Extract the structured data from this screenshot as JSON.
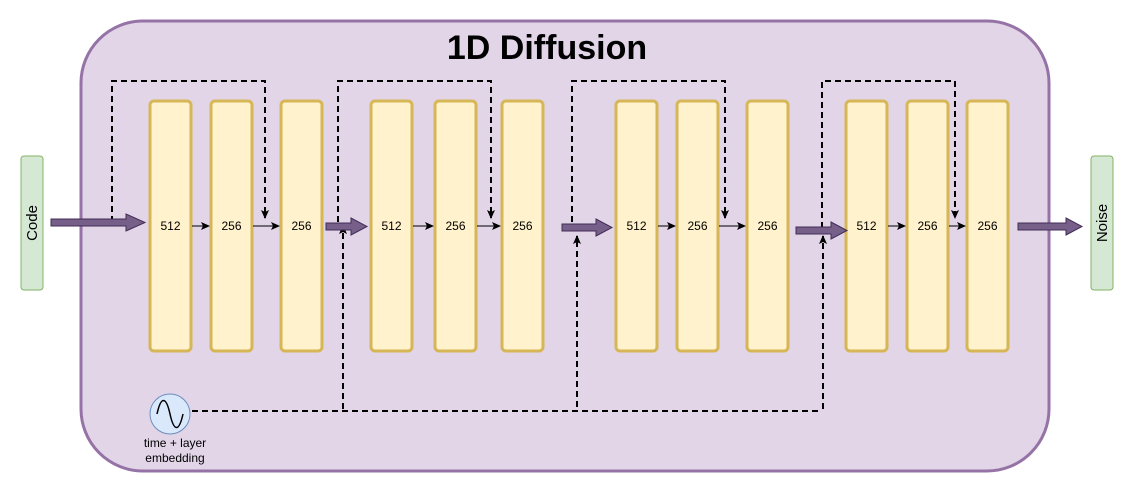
{
  "title": "1D Diffusion",
  "input_label": "Code",
  "output_label": "Noise",
  "embedding_label_line1": "time + layer",
  "embedding_label_line2": "embedding",
  "stages": [
    {
      "blocks": [
        "512",
        "256",
        "256"
      ]
    },
    {
      "blocks": [
        "512",
        "256",
        "256"
      ]
    },
    {
      "blocks": [
        "512",
        "256",
        "256"
      ]
    },
    {
      "blocks": [
        "512",
        "256",
        "256"
      ]
    }
  ],
  "colors": {
    "container_fill": "#e1d5e7",
    "container_stroke": "#9673a6",
    "block_fill": "#fff2cc",
    "block_stroke": "#d6b656",
    "io_fill": "#d5e8d4",
    "io_stroke": "#82b366",
    "embed_fill": "#dae8fc",
    "embed_stroke": "#6c8ebf",
    "arrow_fill": "#76608a"
  }
}
